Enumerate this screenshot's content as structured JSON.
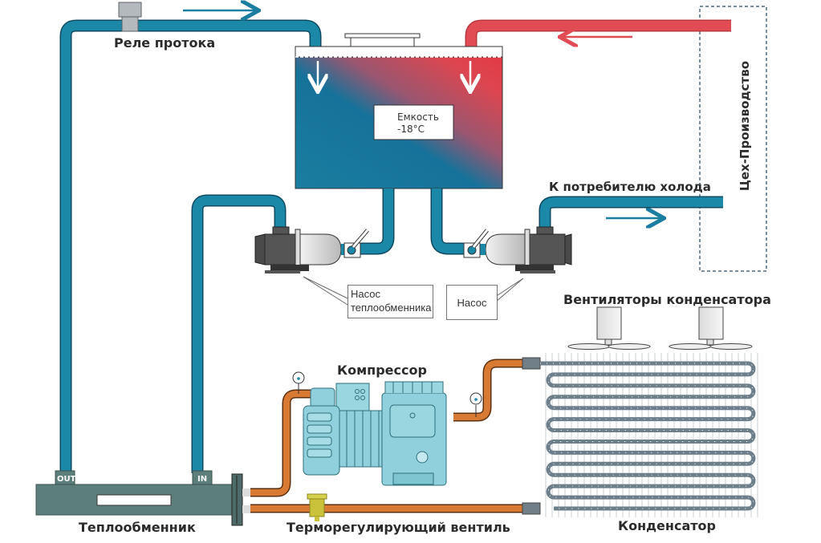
{
  "diagram": {
    "type": "chiller-schematic",
    "labels": {
      "flow_relay": "Реле протока",
      "tank_name": "Емкость",
      "tank_temp": "-18°C",
      "to_consumer": "К потребителю холода",
      "workshop": "Цех-Производство",
      "pump_heat_exchanger_line1": "Насос",
      "pump_heat_exchanger_line2": "теплообменника",
      "pump": "Насос",
      "condenser_fans": "Вентиляторы конденсатора",
      "compressor": "Компрессор",
      "heat_exchanger": "Теплообменник",
      "expansion_valve": "Терморегулирующий вентиль",
      "condenser": "Конденсатор",
      "port_out": "OUT",
      "port_in": "IN"
    },
    "colors": {
      "cold_water": "#1b88a8",
      "hot_water": "#e04b54",
      "refrigerant": "#d97a34",
      "heat_exchanger": "#5d7f7c",
      "compressor": "#8fd0dc",
      "condenser_tube": "#6e7f8c",
      "pump_body": "#4d4d4d"
    }
  }
}
